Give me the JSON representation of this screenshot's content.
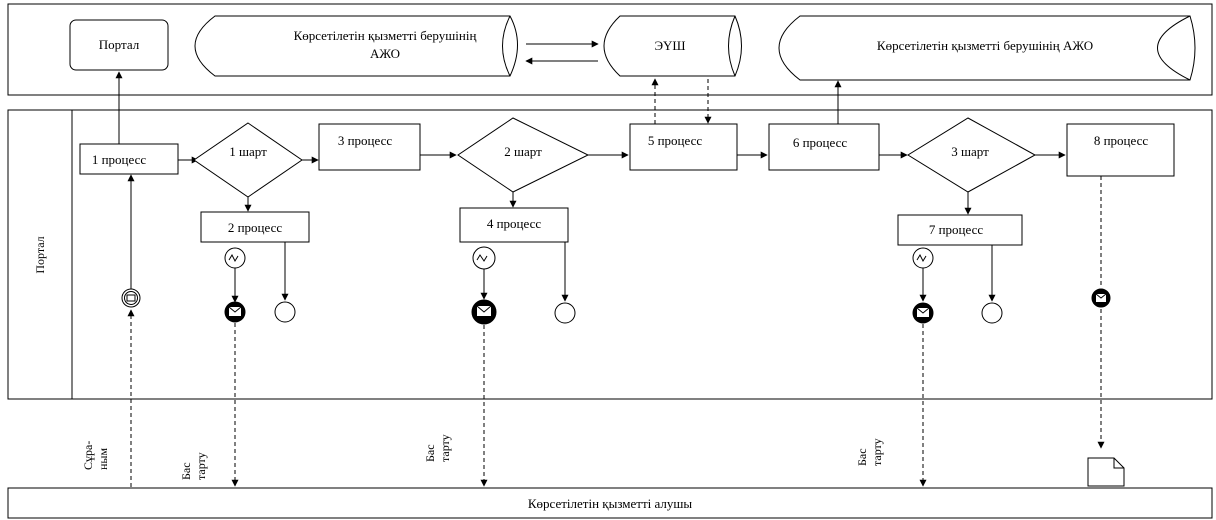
{
  "top_lane": {
    "portal_box": "Портал",
    "provider_system_left_line1": "Көрсетілетін қызметті берушінің",
    "provider_system_left_line2": "АЖО",
    "eush": "ЭҮШ",
    "provider_system_right": "Көрсетілетін қызметті берушінің АЖО"
  },
  "portal_lane": {
    "lane_label": "Портал",
    "processes": {
      "p1": "1 процесс",
      "p2": "2 процесс",
      "p3": "3 процесс",
      "p4": "4 процесс",
      "p5": "5 процесс",
      "p6": "6 процесс",
      "p7": "7 процесс",
      "p8": "8 процесс"
    },
    "conditions": {
      "c1": "1 шарт",
      "c2": "2 шарт",
      "c3": "3 шарт"
    }
  },
  "flow_labels": {
    "request_line1": "Сұра-",
    "request_line2": "ным",
    "refusal_line1": "Бас",
    "refusal_line2": "тарту"
  },
  "bottom_lane": {
    "service_receiver": "Көрсетілетін қызметті алушы"
  }
}
